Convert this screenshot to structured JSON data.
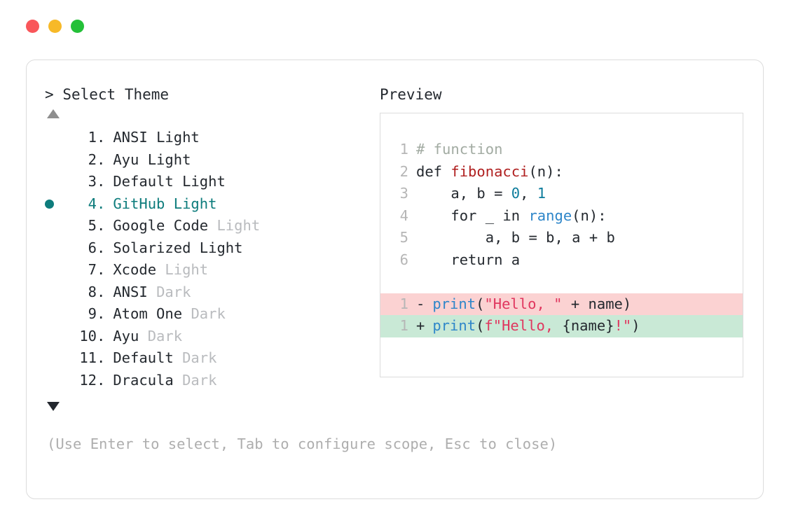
{
  "window": {
    "traffic_lights": [
      {
        "name": "close",
        "color": "#f9565a"
      },
      {
        "name": "minimize",
        "color": "#f7b928"
      },
      {
        "name": "maximize",
        "color": "#24c038"
      }
    ]
  },
  "prompt": {
    "marker": ">",
    "title": "Select Theme",
    "scroll_up_icon": "triangle-up",
    "scroll_down_icon": "triangle-down",
    "selected_index": 4,
    "selected_color": "#0d7c7c"
  },
  "themes": [
    {
      "num": "1.",
      "name": "ANSI",
      "suffix": "Light",
      "suffix_dim": false,
      "selected": false
    },
    {
      "num": "2.",
      "name": "Ayu",
      "suffix": "Light",
      "suffix_dim": false,
      "selected": false
    },
    {
      "num": "3.",
      "name": "Default",
      "suffix": "Light",
      "suffix_dim": false,
      "selected": false
    },
    {
      "num": "4.",
      "name": "GitHub",
      "suffix": "Light",
      "suffix_dim": false,
      "selected": true
    },
    {
      "num": "5.",
      "name": "Google Code",
      "suffix": "Light",
      "suffix_dim": true,
      "selected": false
    },
    {
      "num": "6.",
      "name": "Solarized",
      "suffix": "Light",
      "suffix_dim": false,
      "selected": false
    },
    {
      "num": "7.",
      "name": "Xcode",
      "suffix": "Light",
      "suffix_dim": true,
      "selected": false
    },
    {
      "num": "8.",
      "name": "ANSI",
      "suffix": "Dark",
      "suffix_dim": true,
      "selected": false
    },
    {
      "num": "9.",
      "name": "Atom One",
      "suffix": "Dark",
      "suffix_dim": true,
      "selected": false
    },
    {
      "num": "10.",
      "name": "Ayu",
      "suffix": "Dark",
      "suffix_dim": true,
      "selected": false
    },
    {
      "num": "11.",
      "name": "Default",
      "suffix": "Dark",
      "suffix_dim": true,
      "selected": false
    },
    {
      "num": "12.",
      "name": "Dracula",
      "suffix": "Dark",
      "suffix_dim": true,
      "selected": false
    }
  ],
  "preview": {
    "title": "Preview",
    "code_lines": [
      {
        "ln": "1",
        "tokens": [
          {
            "t": "# function",
            "c": "comment"
          }
        ]
      },
      {
        "ln": "2",
        "tokens": [
          {
            "t": "def ",
            "c": "plain"
          },
          {
            "t": "fibonacci",
            "c": "func"
          },
          {
            "t": "(n):",
            "c": "paren"
          }
        ]
      },
      {
        "ln": "3",
        "tokens": [
          {
            "t": "    a, b = ",
            "c": "plain"
          },
          {
            "t": "0",
            "c": "num"
          },
          {
            "t": ", ",
            "c": "plain"
          },
          {
            "t": "1",
            "c": "num"
          }
        ]
      },
      {
        "ln": "4",
        "tokens": [
          {
            "t": "    for _ in ",
            "c": "plain"
          },
          {
            "t": "range",
            "c": "builtin"
          },
          {
            "t": "(n):",
            "c": "paren"
          }
        ]
      },
      {
        "ln": "5",
        "tokens": [
          {
            "t": "        a, b = b, a + b",
            "c": "plain"
          }
        ]
      },
      {
        "ln": "6",
        "tokens": [
          {
            "t": "    return a",
            "c": "plain"
          }
        ]
      }
    ],
    "diff_lines": [
      {
        "ln": "1",
        "sign": "-",
        "kind": "del",
        "bg": "#fbd2d2",
        "tokens": [
          {
            "t": "print",
            "c": "builtin"
          },
          {
            "t": "(",
            "c": "paren"
          },
          {
            "t": "\"Hello, \"",
            "c": "string"
          },
          {
            "t": " + name",
            "c": "plain"
          },
          {
            "t": ")",
            "c": "paren"
          }
        ]
      },
      {
        "ln": "1",
        "sign": "+",
        "kind": "add",
        "bg": "#c9e9d6",
        "tokens": [
          {
            "t": "print",
            "c": "builtin"
          },
          {
            "t": "(",
            "c": "paren"
          },
          {
            "t": "f\"Hello, ",
            "c": "string"
          },
          {
            "t": "{name}",
            "c": "plain"
          },
          {
            "t": "!\"",
            "c": "string"
          },
          {
            "t": ")",
            "c": "paren"
          }
        ]
      }
    ]
  },
  "footer": {
    "hint": "(Use Enter to select, Tab to configure scope, Esc to close)"
  }
}
